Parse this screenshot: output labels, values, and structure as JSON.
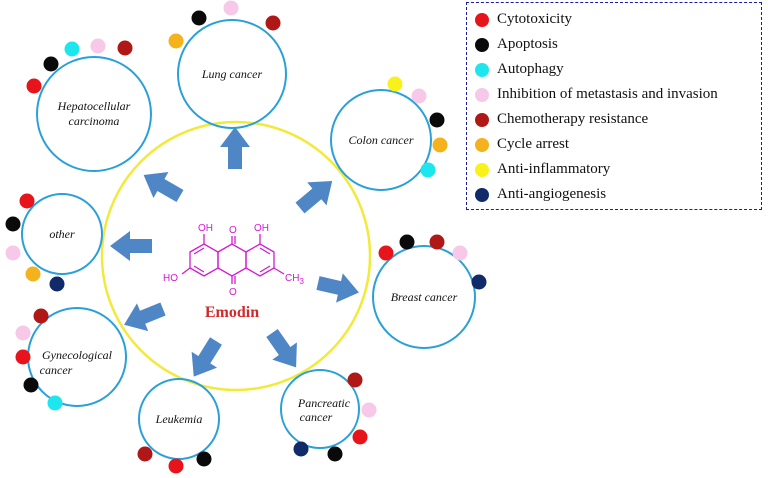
{
  "legend": {
    "items": [
      {
        "label": "Cytotoxicity",
        "color": "#e8141c",
        "icon": "red-dot-icon"
      },
      {
        "label": "Apoptosis",
        "color": "#0a0a0a",
        "icon": "black-dot-icon"
      },
      {
        "label": "Autophagy",
        "color": "#1ee6ee",
        "icon": "cyan-dot-icon"
      },
      {
        "label": "Inhibition of metastasis and invasion",
        "color": "#f7c8e8",
        "icon": "pink-dot-icon"
      },
      {
        "label": "Chemotherapy resistance",
        "color": "#b01818",
        "icon": "dark-red-dot-icon"
      },
      {
        "label": "Cycle arrest",
        "color": "#f4b21c",
        "icon": "orange-dot-icon"
      },
      {
        "label": "Anti-inflammatory",
        "color": "#f8f21a",
        "icon": "yellow-dot-icon"
      },
      {
        "label": "Anti-angiogenesis",
        "color": "#102a6a",
        "icon": "navy-dot-icon"
      }
    ]
  },
  "center": {
    "compound_name": "Emodin",
    "structure": {
      "oh_1": "OH",
      "oh_2": "OH",
      "oh_3": "HO",
      "carbonyl_top": "O",
      "carbonyl_bottom": "O",
      "methyl": "CH",
      "methyl_sub": "3"
    }
  },
  "cancers": {
    "lung": {
      "line1": "Lung cancer",
      "line2": ""
    },
    "hepatocellular": {
      "line1": "Hepatocellular",
      "line2": "carcinoma"
    },
    "colon": {
      "line1": "Colon cancer",
      "line2": ""
    },
    "other": {
      "line1": "other",
      "line2": ""
    },
    "breast": {
      "line1": "Breast cancer",
      "line2": ""
    },
    "gynecological": {
      "line1": "Gynecological",
      "line2": "cancer"
    },
    "leukemia": {
      "line1": "Leukemia",
      "line2": ""
    },
    "pancreatic": {
      "line1": "Pancreatic",
      "line2": "cancer"
    }
  },
  "effects": {
    "lung": [
      "Cycle arrest",
      "Apoptosis",
      "Inhibition of metastasis and invasion",
      "Chemotherapy resistance"
    ],
    "hepatocellular": [
      "Cytotoxicity",
      "Apoptosis",
      "Autophagy",
      "Inhibition of metastasis and invasion",
      "Chemotherapy resistance"
    ],
    "colon": [
      "Anti-inflammatory",
      "Inhibition of metastasis and invasion",
      "Apoptosis",
      "Cycle arrest",
      "Autophagy"
    ],
    "other": [
      "Cytotoxicity",
      "Apoptosis",
      "Inhibition of metastasis and invasion",
      "Cycle arrest",
      "Anti-angiogenesis"
    ],
    "breast": [
      "Cytotoxicity",
      "Apoptosis",
      "Chemotherapy resistance",
      "Inhibition of metastasis and invasion",
      "Anti-angiogenesis"
    ],
    "gynecological": [
      "Chemotherapy resistance",
      "Inhibition of metastasis and invasion",
      "Cytotoxicity",
      "Apoptosis",
      "Autophagy"
    ],
    "leukemia": [
      "Chemotherapy resistance",
      "Cytotoxicity",
      "Apoptosis"
    ],
    "pancreatic": [
      "Chemotherapy resistance",
      "Inhibition of metastasis and invasion",
      "Cytotoxicity",
      "Apoptosis",
      "Anti-angiogenesis"
    ]
  },
  "colors": {
    "circle_stroke": "#2aa0d8",
    "center_stroke": "#f2ea3a",
    "arrow_fill": "#4f86c6",
    "structure": "#d21ad2"
  }
}
